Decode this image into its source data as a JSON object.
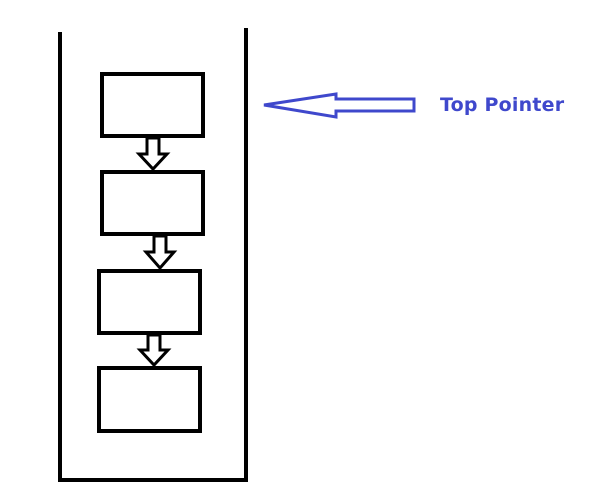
{
  "diagram": {
    "node_count": 4,
    "link_direction": "down",
    "pointer": {
      "label": "Top Pointer",
      "target_node": 1
    }
  },
  "colors": {
    "stroke": "#000000",
    "pointer": "#3f48cc",
    "background": "#ffffff"
  }
}
